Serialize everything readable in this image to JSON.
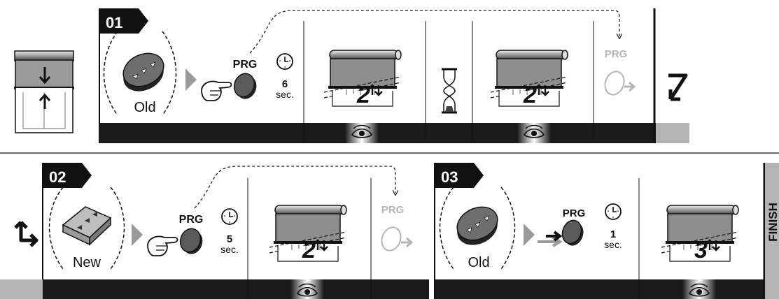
{
  "steps": [
    {
      "number": "01",
      "remote_label": "Old",
      "button_label": "PRG",
      "hold_value": "6",
      "hold_unit": "sec.",
      "cycle_count_a": "2",
      "cycle_count_b": "2",
      "release_label": "PRG"
    },
    {
      "number": "02",
      "remote_label": "New",
      "button_label": "PRG",
      "hold_value": "5",
      "hold_unit": "sec.",
      "cycle_count": "2",
      "release_label": "PRG"
    },
    {
      "number": "03",
      "remote_label": "Old",
      "button_label": "PRG",
      "hold_value": "1",
      "hold_unit": "sec.",
      "cycle_count": "3"
    }
  ],
  "finish_label": "FINISH",
  "colors": {
    "bar": "#1a1a1a",
    "grey": "#b4b4b4",
    "dark_grey": "#555555",
    "shade": "#9a9a9a"
  }
}
